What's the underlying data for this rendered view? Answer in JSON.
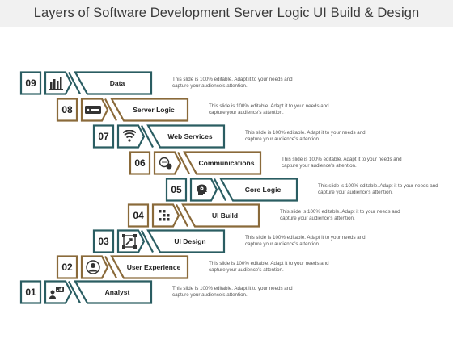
{
  "title": "Layers of Software Development Server Logic UI Build & Design",
  "colors": {
    "teal": "#2a5d62",
    "brown": "#8a6a3a",
    "text": "#222222"
  },
  "layers": [
    {
      "number": "09",
      "label": "Data",
      "icon": "bar-chart-icon",
      "color": "teal",
      "description": "This slide is 100% editable. Adapt it to your needs and capture your audience's attention."
    },
    {
      "number": "08",
      "label": "Server Logic",
      "icon": "server-icon",
      "color": "brown",
      "description": "This slide is 100% editable. Adapt it to your needs and capture your audience's attention."
    },
    {
      "number": "07",
      "label": "Web Services",
      "icon": "wifi-icon",
      "color": "teal",
      "description": "This slide is 100% editable. Adapt it to your needs and capture your audience's attention."
    },
    {
      "number": "06",
      "label": "Communications",
      "icon": "chat-icon",
      "color": "brown",
      "description": "This slide is 100% editable. Adapt it to your needs and capture your audience's attention."
    },
    {
      "number": "05",
      "label": "Core Logic",
      "icon": "head-gears-icon",
      "color": "teal",
      "description": "This slide is 100% editable. Adapt it to your needs and capture your audience's attention."
    },
    {
      "number": "04",
      "label": "UI Build",
      "icon": "blocks-icon",
      "color": "brown",
      "description": "This slide is 100% editable. Adapt it to your needs and capture your audience's attention."
    },
    {
      "number": "03",
      "label": "UI Design",
      "icon": "design-frame-icon",
      "color": "teal",
      "description": "This slide is 100% editable. Adapt it to your needs and capture your audience's attention."
    },
    {
      "number": "02",
      "label": "User Experience",
      "icon": "user-icon",
      "color": "brown",
      "description": "This slide is 100% editable. Adapt it to your needs and capture your audience's attention."
    },
    {
      "number": "01",
      "label": "Analyst",
      "icon": "analyst-icon",
      "color": "teal",
      "description": "This slide is 100% editable. Adapt it to your needs and capture your audience's attention."
    }
  ]
}
